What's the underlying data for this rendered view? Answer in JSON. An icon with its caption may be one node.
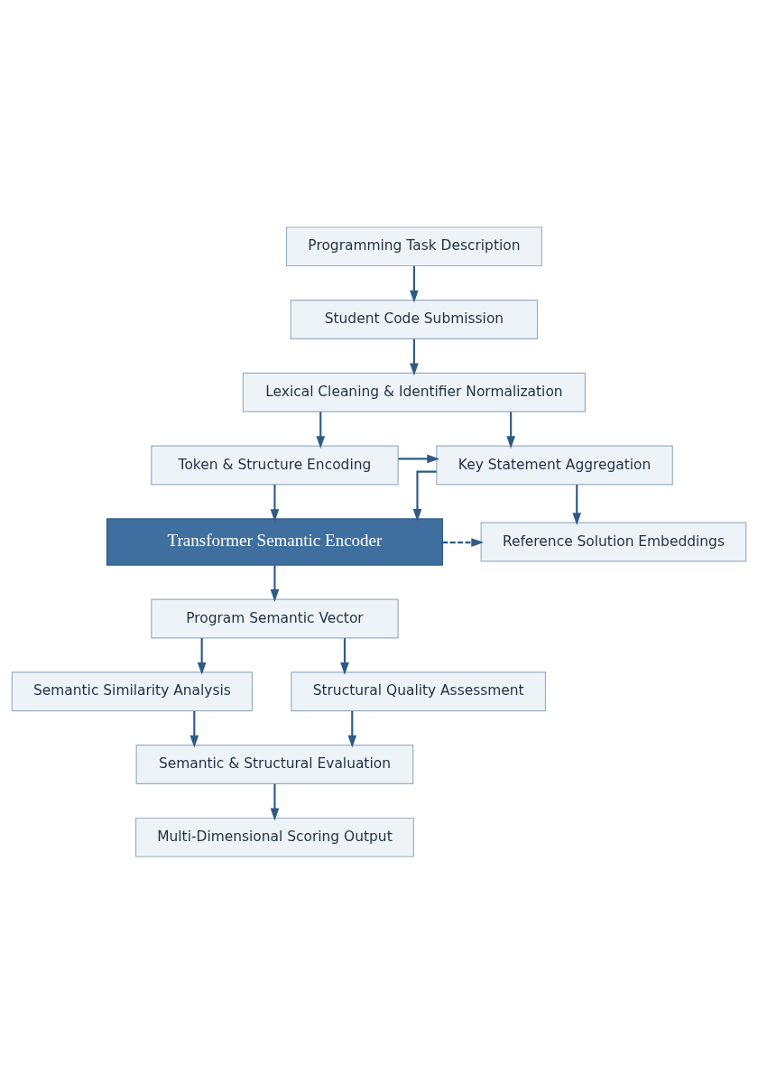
{
  "diagram": {
    "nodes": [
      {
        "text": [
          "Programming Task Description"
        ]
      },
      {
        "text": [
          "Student Code Submission"
        ]
      },
      {
        "text": [
          "Lexical Cleaning & Identifier Normalization"
        ]
      },
      {
        "text": [
          "Token & Structure Encoding"
        ]
      },
      {
        "text": [
          "Key Statement Aggregation"
        ]
      },
      {
        "text": [
          "Transformer Semantic Encoder"
        ]
      },
      {
        "text": [
          "Reference Solution Embeddings"
        ]
      },
      {
        "text": [
          "Program Semantic Vector"
        ]
      },
      {
        "text": [
          "Semantic Similarity Analysis"
        ]
      },
      {
        "text": [
          "Structural Quality Assessment"
        ]
      },
      {
        "text": [
          "Semantic & Structural Evaluation"
        ]
      },
      {
        "text": [
          "Multi-Dimensional Scoring Output"
        ]
      }
    ],
    "edges": [
      {
        "from": 0,
        "to": 1,
        "arrow": "to"
      },
      {
        "from": 1,
        "to": 2,
        "arrow": "to"
      },
      {
        "from": 2,
        "to": 4,
        "arrow": "to"
      },
      {
        "from": 2,
        "to": 3,
        "arrow": "to"
      },
      {
        "from": 3,
        "to": 4,
        "arrow": "to"
      },
      {
        "from": 3,
        "to": 5,
        "arrow": "to"
      },
      {
        "from": 4,
        "to": 5,
        "arrow": "to"
      },
      {
        "from": 4,
        "to": 6,
        "arrow": "to"
      },
      {
        "from": 5,
        "to": 6,
        "arrow": "to",
        "style": "dashed"
      },
      {
        "from": 5,
        "to": 7,
        "arrow": "to"
      },
      {
        "from": 7,
        "to": 8,
        "arrow": "to"
      },
      {
        "from": 7,
        "to": 9,
        "arrow": "to"
      },
      {
        "from": 8,
        "to": 10,
        "arrow": "to"
      },
      {
        "from": 9,
        "to": 10,
        "arrow": "to"
      },
      {
        "from": 10,
        "to": 11,
        "arrow": "to"
      }
    ]
  }
}
